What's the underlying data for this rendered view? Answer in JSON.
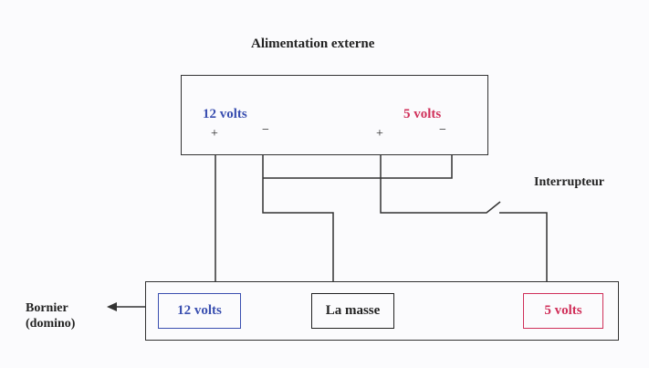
{
  "title": "Alimentation externe",
  "power_supply": {
    "v12_label": "12 volts",
    "v5_label": "5 volts",
    "plus": "+",
    "minus": "−"
  },
  "switch_label": "Interrupteur",
  "terminal_block": {
    "label_line1": "Bornier",
    "label_line2": "(domino)",
    "slots": [
      {
        "label": "12 volts",
        "color": "#3a4fb0"
      },
      {
        "label": "La masse",
        "color": "#222222"
      },
      {
        "label": "5 volts",
        "color": "#d0305a"
      }
    ]
  },
  "colors": {
    "v12": "#3a4fb0",
    "v5": "#d0305a",
    "wire": "#333333"
  }
}
